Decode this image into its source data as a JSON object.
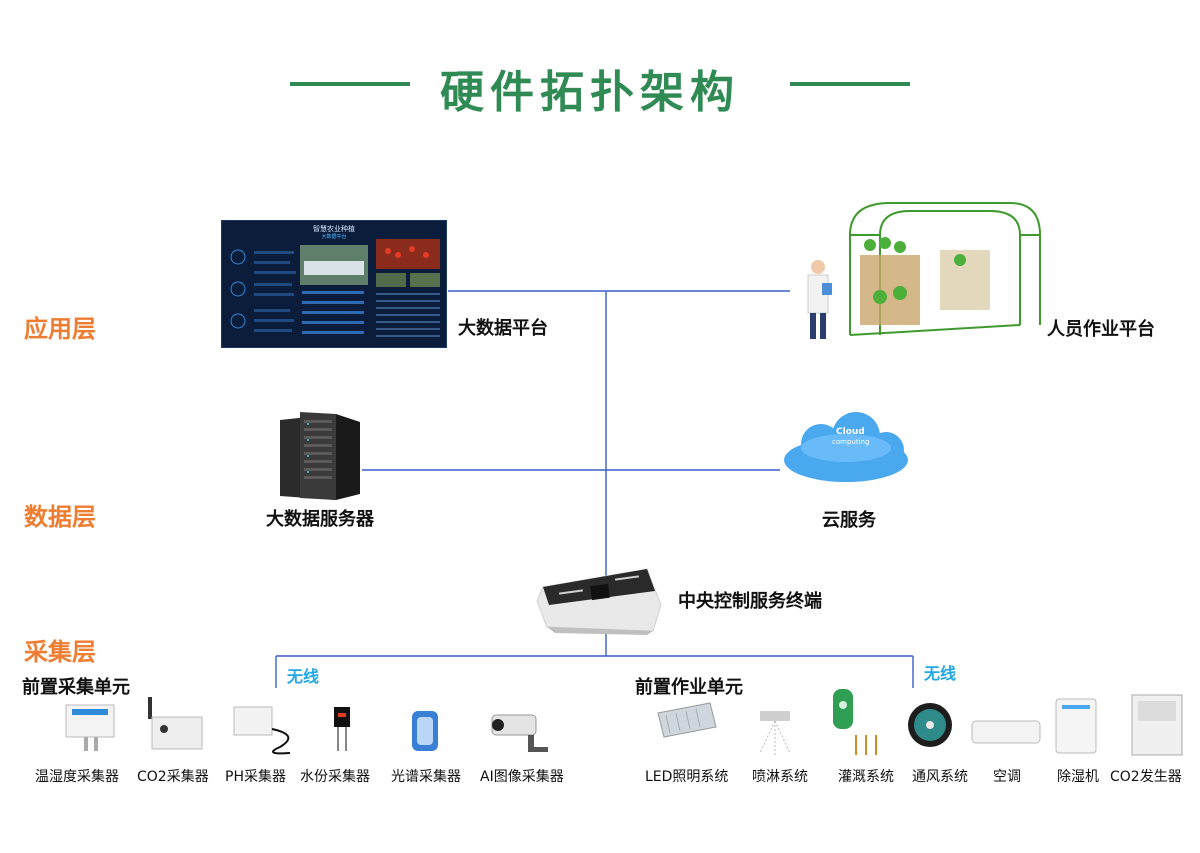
{
  "title": "硬件拓扑架构",
  "layers": {
    "app": "应用层",
    "data": "数据层",
    "collect": "采集层"
  },
  "nodes": {
    "bigdata_platform": "大数据平台",
    "operator_platform": "人员作业平台",
    "bigdata_server": "大数据服务器",
    "cloud_service": "云服务",
    "central_terminal": "中央控制服务终端"
  },
  "dashboard": {
    "title": "智慧农业种植",
    "subtitle": "大数据平台"
  },
  "cloud_text": {
    "line1": "Cloud",
    "line2": "computing"
  },
  "groups": {
    "front_collect": "前置采集单元",
    "front_operate": "前置作业单元",
    "wireless_left": "无线",
    "wireless_right": "无线"
  },
  "sensors": [
    "温湿度采集器",
    "CO2采集器",
    "PH采集器",
    "水份采集器",
    "光谱采集器",
    "AI图像采集器"
  ],
  "actuators": [
    "LED照明系统",
    "喷淋系统",
    "灌溉系统",
    "通风系统",
    "空调",
    "除湿机",
    "CO2发生器"
  ],
  "colors": {
    "title_green": "#2f8a54",
    "layer_orange": "#ee7d31",
    "wireless_blue": "#22a7e6",
    "line_blue": "#3a5fc8"
  }
}
